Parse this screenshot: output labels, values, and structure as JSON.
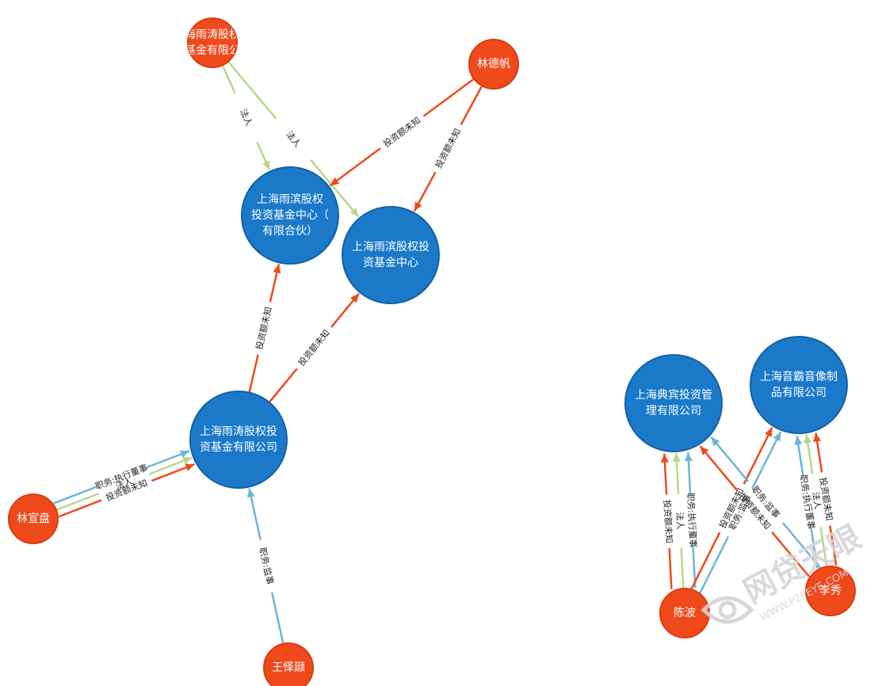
{
  "colors": {
    "company": "#1a7ac9",
    "company_stroke": "#1562a3",
    "person": "#f04a1c",
    "person_stroke": "#d83d10",
    "invest": "#ee4a1c",
    "legal": "#b5d986",
    "role": "#6cb6d6"
  },
  "nodes": {
    "yutao_top": {
      "label": "上海雨涛股权投资基金有限公司"
    },
    "linde": {
      "label": "林德帆"
    },
    "yubin_lp": {
      "label": "上海雨滨股权投资基金中心（有限合伙）"
    },
    "yubin": {
      "label": "上海雨滨股权投资基金中心"
    },
    "yutao": {
      "label": "上海雨涛股权投资基金有限公司"
    },
    "linxuan": {
      "label": "林宣盘"
    },
    "wang": {
      "label": "王怿颋"
    },
    "dianbin": {
      "label": "上海典宾投资管理有限公司"
    },
    "yinba": {
      "label": "上海音霸音像制品有限公司"
    },
    "chenbo": {
      "label": "陈波"
    },
    "lixiu": {
      "label": "李秀"
    }
  },
  "edges": [
    {
      "from": "yutao_top",
      "to": "yubin_lp",
      "type": "legal",
      "label": "法人"
    },
    {
      "from": "yutao_top",
      "to": "yubin",
      "type": "legal",
      "label": "法人"
    },
    {
      "from": "linde",
      "to": "yubin_lp",
      "type": "invest",
      "label": "投资额未知"
    },
    {
      "from": "linde",
      "to": "yubin",
      "type": "invest",
      "label": "投资额未知"
    },
    {
      "from": "yutao",
      "to": "yubin_lp",
      "type": "invest",
      "label": "投资额未知"
    },
    {
      "from": "yutao",
      "to": "yubin",
      "type": "invest",
      "label": "投资额未知"
    },
    {
      "from": "linxuan",
      "to": "yutao",
      "type": "role",
      "label": "职务:执行董事"
    },
    {
      "from": "linxuan",
      "to": "yutao",
      "type": "legal",
      "label": "法人"
    },
    {
      "from": "linxuan",
      "to": "yutao",
      "type": "invest",
      "label": "投资额未知"
    },
    {
      "from": "wang",
      "to": "yutao",
      "type": "role",
      "label": "职务:监事"
    },
    {
      "from": "chenbo",
      "to": "dianbin",
      "type": "invest",
      "label": "投资额未知"
    },
    {
      "from": "chenbo",
      "to": "dianbin",
      "type": "legal",
      "label": "法人"
    },
    {
      "from": "chenbo",
      "to": "dianbin",
      "type": "role",
      "label": "职务:执行董事"
    },
    {
      "from": "chenbo",
      "to": "yinba",
      "type": "invest",
      "label": "投资额未知"
    },
    {
      "from": "chenbo",
      "to": "yinba",
      "type": "role",
      "label": "职务:监事"
    },
    {
      "from": "lixiu",
      "to": "dianbin",
      "type": "invest",
      "label": "投资额未知"
    },
    {
      "from": "lixiu",
      "to": "dianbin",
      "type": "role",
      "label": "职务:监事"
    },
    {
      "from": "lixiu",
      "to": "yinba",
      "type": "role",
      "label": "职务:执行董事"
    },
    {
      "from": "lixiu",
      "to": "yinba",
      "type": "legal",
      "label": "法人"
    },
    {
      "from": "lixiu",
      "to": "yinba",
      "type": "invest",
      "label": "投资额未知"
    }
  ],
  "watermark": {
    "brand": "网贷天眼",
    "site": "WWW.P2PEYE.COM"
  }
}
